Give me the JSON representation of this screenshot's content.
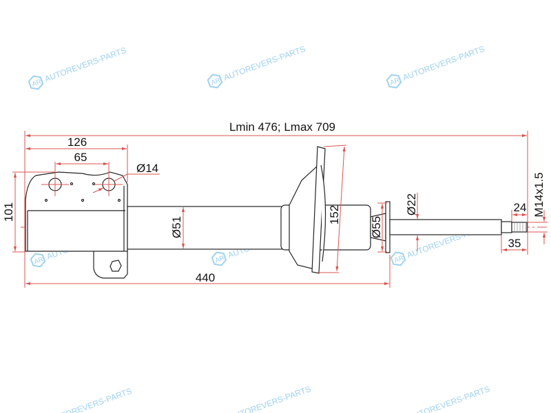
{
  "watermark": {
    "brand": "AUTOREVERS-PARTS",
    "logo": "AR"
  },
  "dimensions": {
    "overall_length": "Lmin 476; Lmax 709",
    "bracket_width": "126",
    "hole_spacing": "65",
    "hole_diameter": "Ø14",
    "bracket_height": "101",
    "body_diameter": "Ø51",
    "body_length": "440",
    "spring_seat_diameter": "152",
    "upper_body_diameter": "Ø55",
    "rod_diameter": "Ø22",
    "thread_length": "24",
    "rod_end_length": "35",
    "thread_spec": "M14x1.5"
  },
  "colors": {
    "dimension": "#d9534f",
    "outline": "#222222",
    "watermark": "#9fd2ee"
  }
}
